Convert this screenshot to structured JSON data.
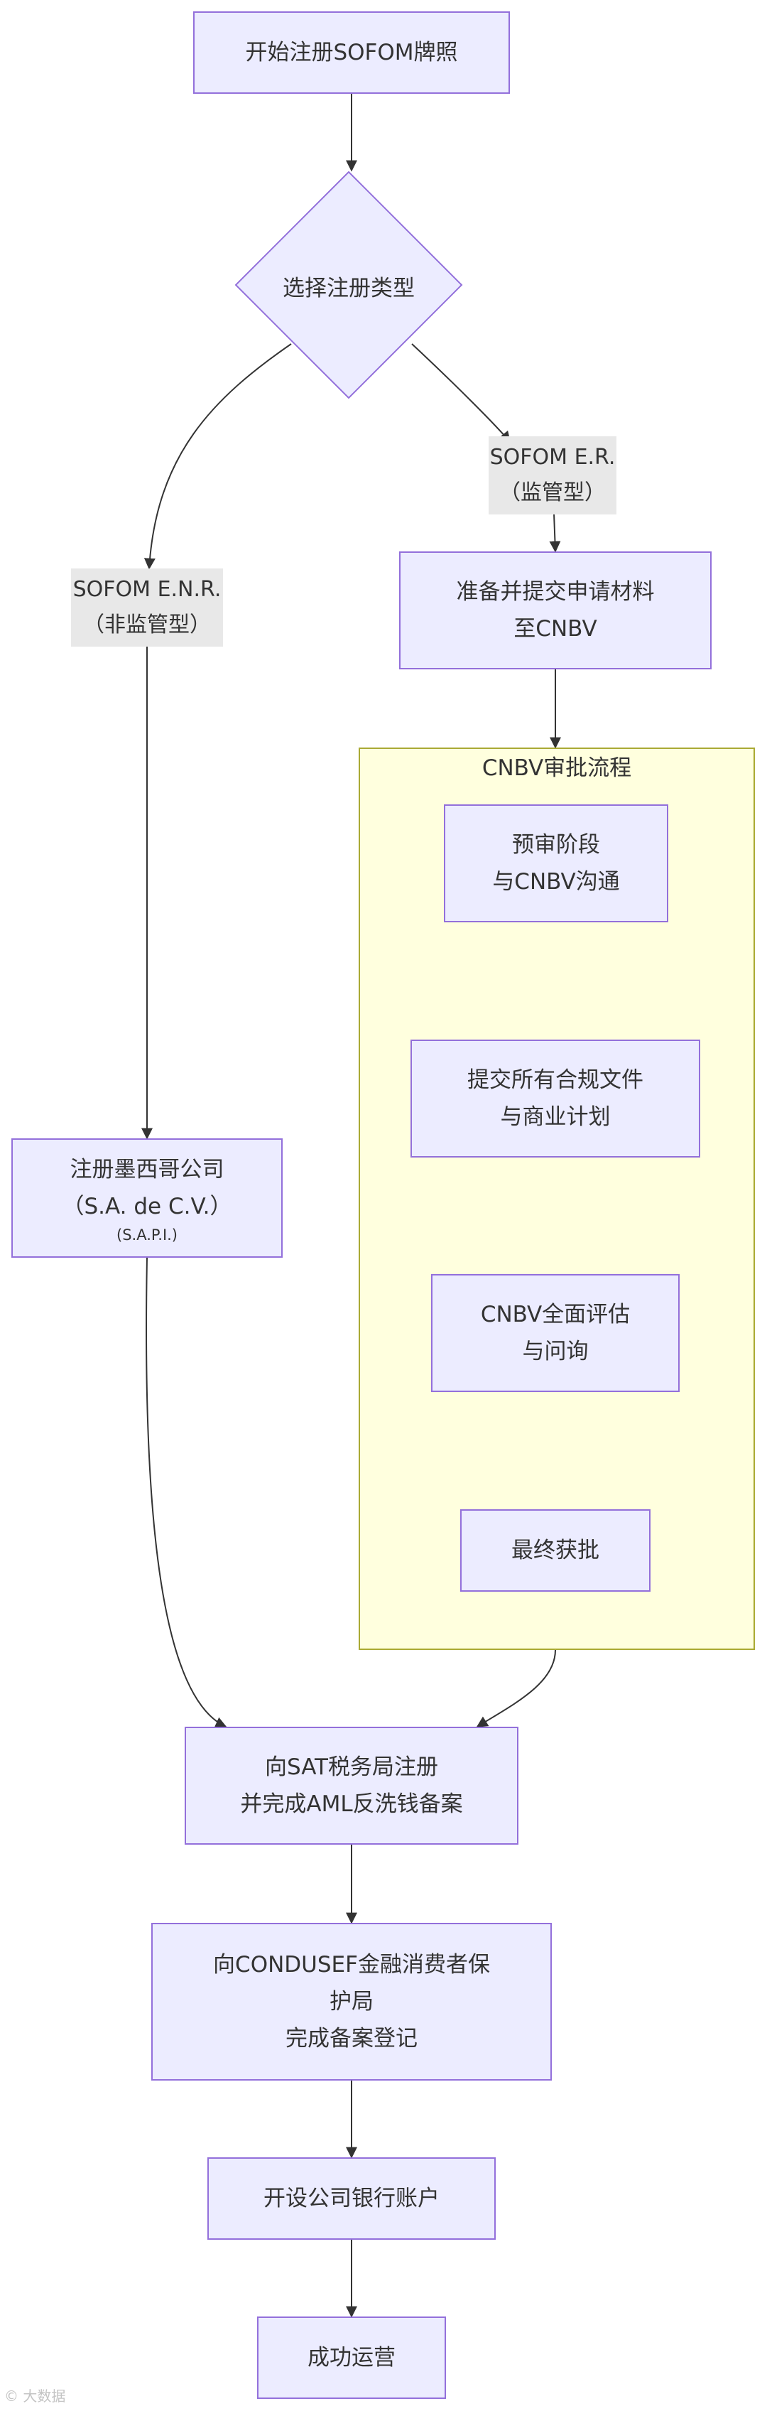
{
  "nodes": {
    "start": "开始注册SOFOM牌照",
    "decision": "选择注册类型",
    "prepare": [
      "准备并提交申请材料",
      "至CNBV"
    ],
    "register_company": {
      "line1": "注册墨西哥公司",
      "line2": "（S.A. de C.V.）",
      "note": "(S.A.P.I.)"
    },
    "prereview": [
      "预审阶段",
      "与CNBV沟通"
    ],
    "submit_docs": [
      "提交所有合规文件",
      "与商业计划"
    ],
    "evaluation": [
      "CNBV全面评估",
      "与问询"
    ],
    "approval": "最终获批",
    "sat": [
      "向SAT税务局注册",
      "并完成AML反洗钱备案"
    ],
    "condusef": [
      "向CONDUSEF金融消费者保",
      "护局",
      "完成备案登记"
    ],
    "bank": "开设公司银行账户",
    "operate": "成功运营"
  },
  "edge_labels": {
    "er": [
      "SOFOM E.R.",
      "（监管型）"
    ],
    "enr": [
      "SOFOM E.N.R.",
      "（非监管型）"
    ]
  },
  "cluster": {
    "title": "CNBV审批流程"
  },
  "watermark": "© 大数据"
}
